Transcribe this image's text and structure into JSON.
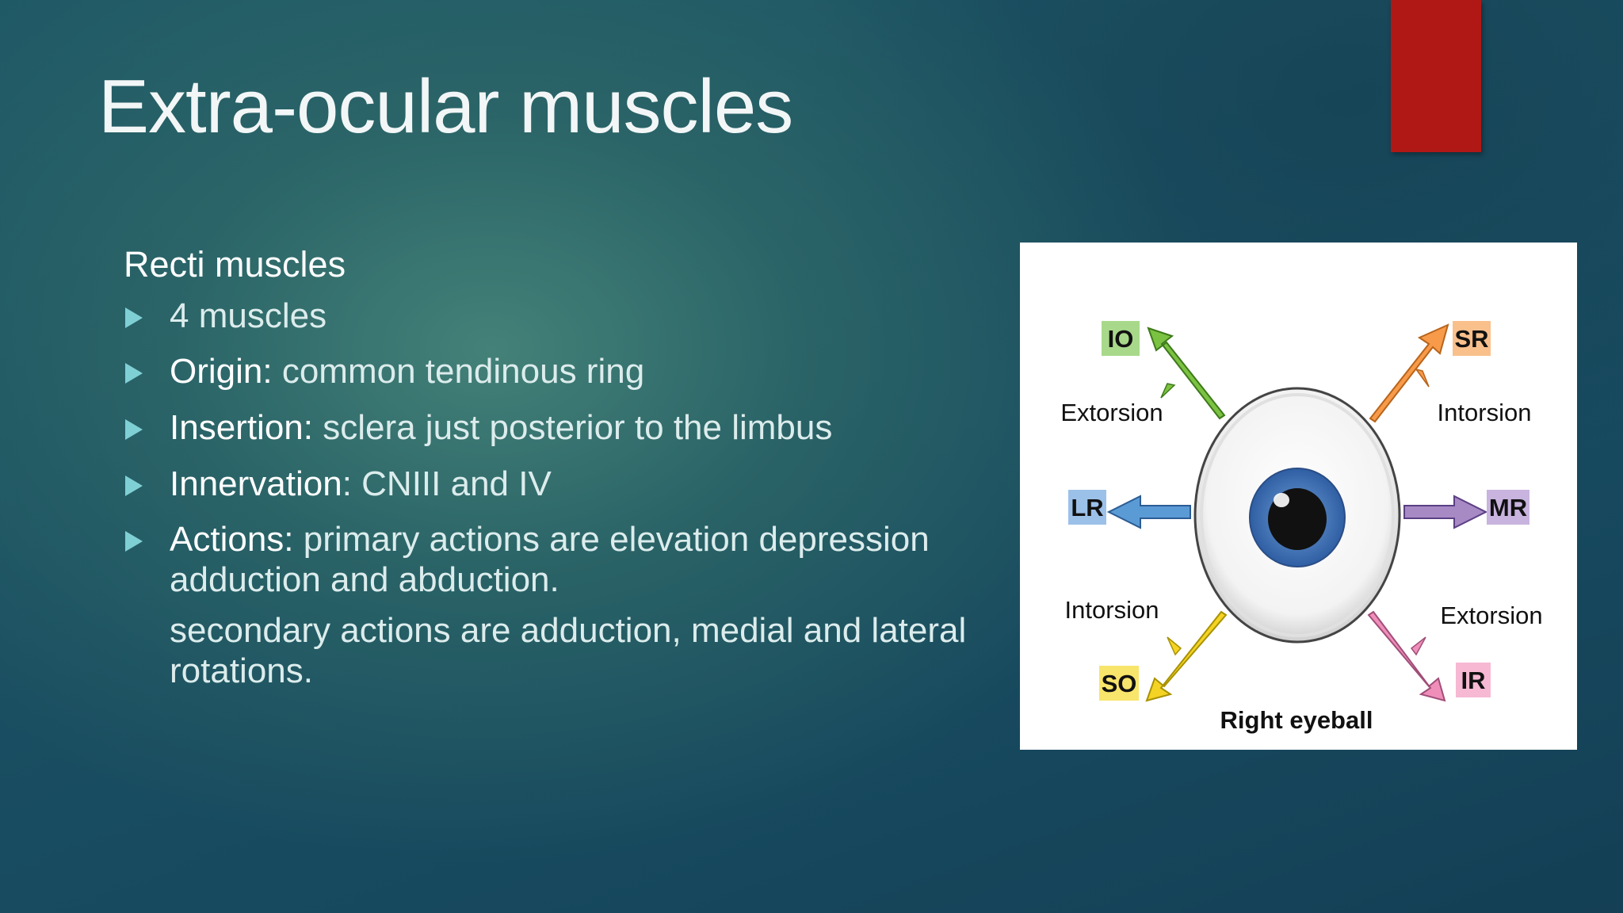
{
  "slide": {
    "title": "Extra-ocular muscles",
    "subheading": "Recti muscles",
    "bullets": [
      {
        "label": "",
        "text": "4 muscles"
      },
      {
        "label": "Origin:",
        "text": " common tendinous ring"
      },
      {
        "label": "Insertion:",
        "text": " sclera just posterior to the limbus"
      },
      {
        "label": "Innervation",
        "text": ": CNIII and IV"
      },
      {
        "label": "Actions:",
        "text": " primary actions are elevation depression adduction and abduction."
      }
    ],
    "continuation": "secondary actions are adduction, medial and lateral rotations.",
    "accent_color": "#b01815"
  },
  "figure": {
    "muscles": {
      "io": "IO",
      "sr": "SR",
      "lr": "LR",
      "mr": "MR",
      "so": "SO",
      "ir": "IR"
    },
    "labels": {
      "extorsion_top": "Extorsion",
      "intorsion_top": "Intorsion",
      "intorsion_bottom": "Intorsion",
      "extorsion_bottom": "Extorsion"
    },
    "caption": "Right eyeball",
    "colors": {
      "io": "#7cc242",
      "sr": "#f79a4a",
      "lr": "#5b9bd5",
      "mr": "#a78ac4",
      "so": "#f4d324",
      "ir": "#ef8fb9",
      "iris": "#3f6fb3"
    }
  }
}
